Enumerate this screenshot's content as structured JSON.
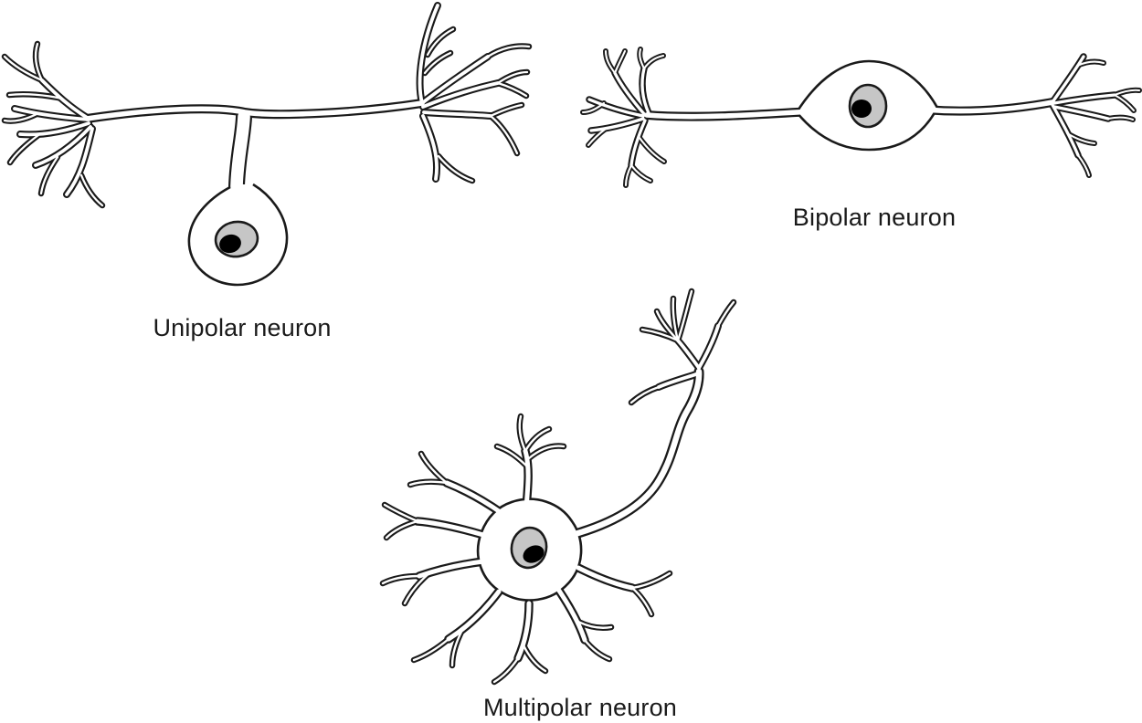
{
  "figure": {
    "labels": {
      "unipolar": "Unipolar neuron",
      "bipolar": "Bipolar neuron",
      "multipolar": "Multipolar neuron"
    },
    "colors": {
      "line": "#1a1a1a",
      "soma_fill": "#ffffff",
      "nucleus_fill": "#c6c6c6",
      "nucleolus_fill": "#000000",
      "background": "#ffffff",
      "label_text": "#1a1a1a"
    }
  }
}
